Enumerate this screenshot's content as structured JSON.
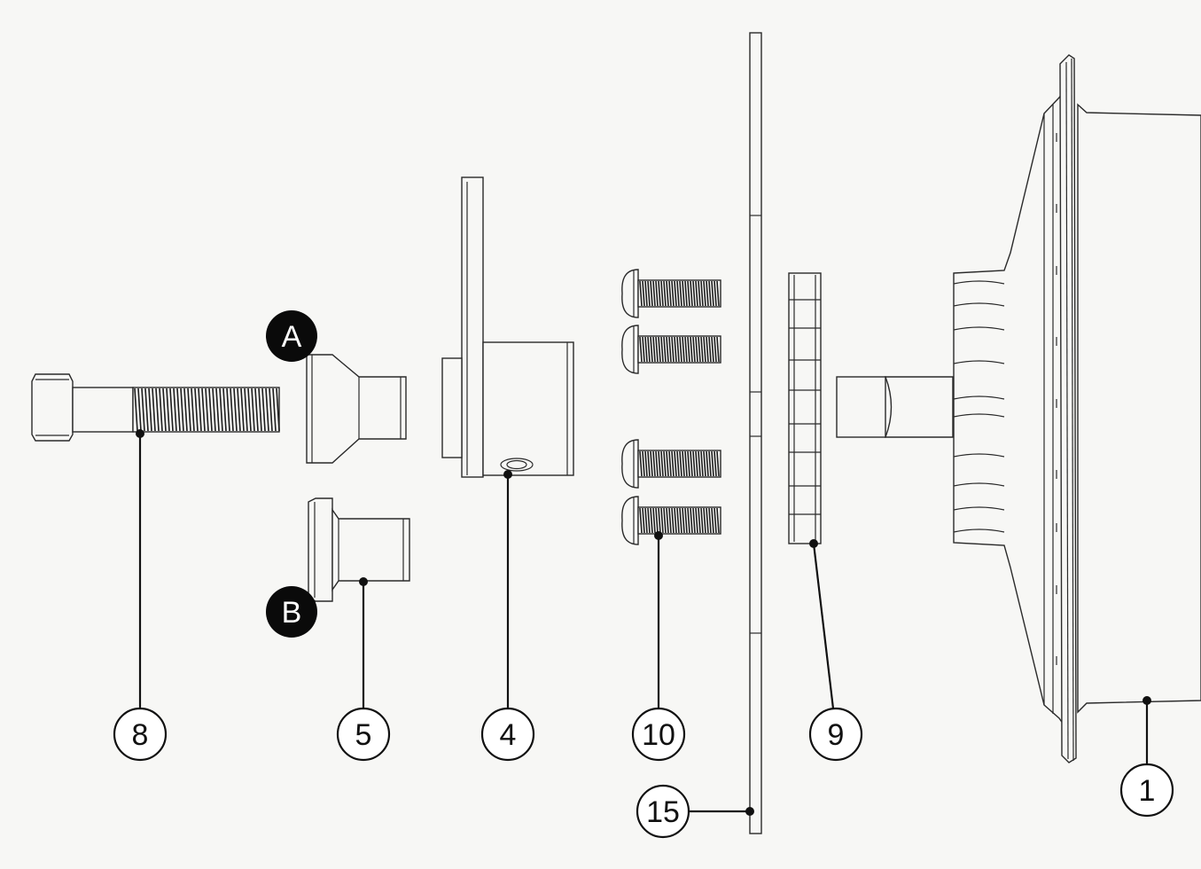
{
  "callouts": {
    "part_8": "8",
    "part_5": "5",
    "part_4": "4",
    "part_10": "10",
    "part_15": "15",
    "part_9": "9",
    "part_1": "1"
  },
  "variants": {
    "a": "A",
    "b": "B"
  },
  "colors": {
    "background": "#f7f7f5",
    "line": "#2a2a2a",
    "variant_fill": "#0a0a0a"
  }
}
